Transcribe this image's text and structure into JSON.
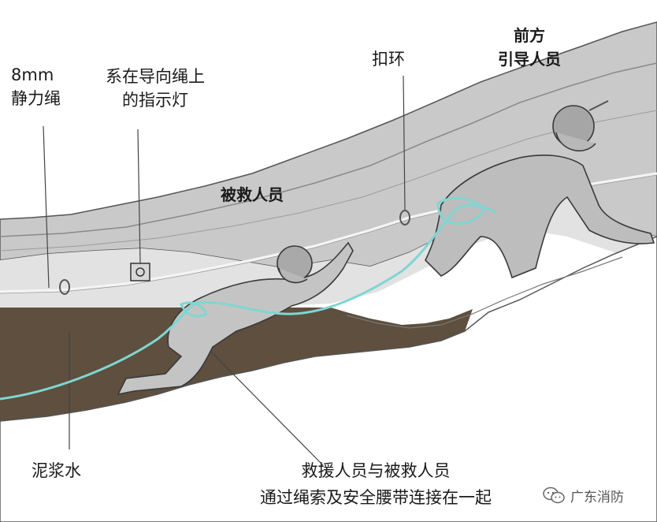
{
  "labels": {
    "static_rope": [
      "8mm",
      "静力绳"
    ],
    "indicator_lamp": [
      "系在导向绳上",
      "的指示灯"
    ],
    "carabiner": "扣环",
    "front_guide": [
      "前方",
      "引导人员"
    ],
    "rescued_person": "被救人员",
    "mud_water": "泥浆水",
    "connection_note": [
      "救援人员与被救人员",
      "通过绳索及安全腰带连接在一起"
    ]
  },
  "watermark": {
    "icon": "wechat-icon",
    "text": "广东消防"
  },
  "colors": {
    "rock_light": "#d2d2d2",
    "rock_mid": "#b4b4b4",
    "rock_dark": "#9a9a9a",
    "mud": "#5e4f3e",
    "rope_cyan": "#7fd6d2",
    "guide_rope": "#f4f4f4",
    "skin": "#b8b8b8",
    "outline": "#3a3a3a"
  }
}
